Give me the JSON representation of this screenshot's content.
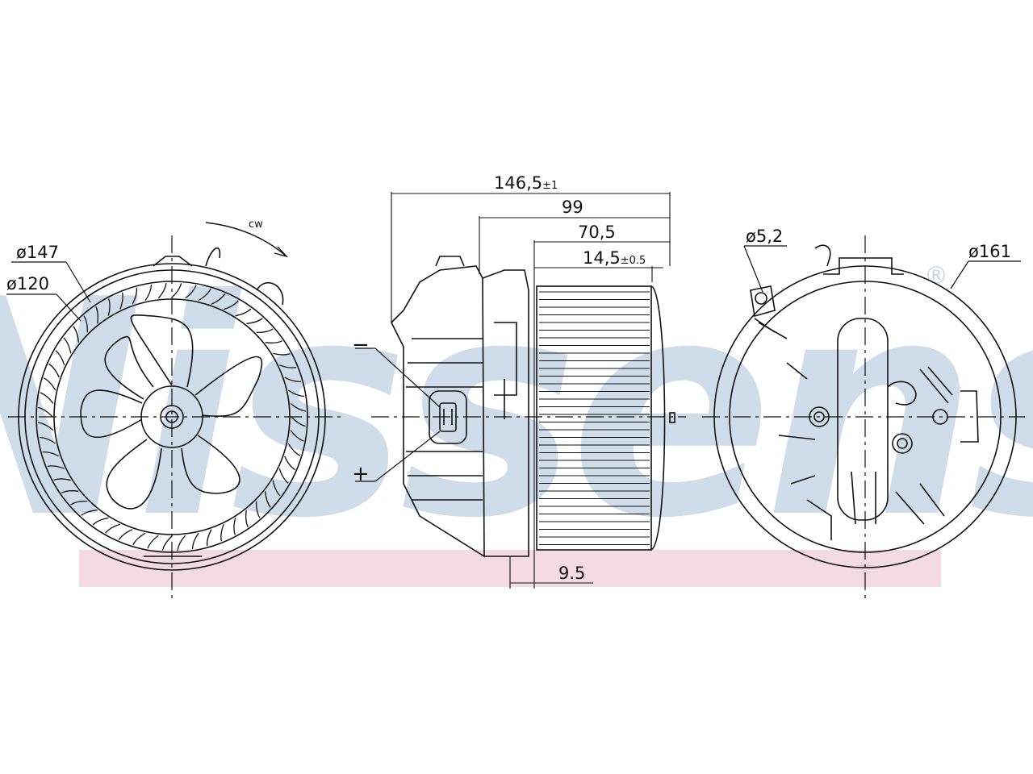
{
  "watermark": {
    "text": "Nissens",
    "registered": "®",
    "text_color": "#c6d8e6",
    "band_color": "#f3dbe1"
  },
  "front_view": {
    "diam_outer": "ø147",
    "diam_inner": "ø120",
    "rotation": "cw"
  },
  "side_view": {
    "overall": {
      "value": "146,5",
      "tol": "±1"
    },
    "d2": "99",
    "d3": "70,5",
    "d4": {
      "value": "14,5",
      "tol": "±0.5"
    },
    "bottom": "9.5",
    "neg": "−",
    "pos": "+"
  },
  "back_view": {
    "diam_hole": "ø5,2",
    "diam_outer": "ø161"
  },
  "colors": {
    "line": "#111111"
  }
}
